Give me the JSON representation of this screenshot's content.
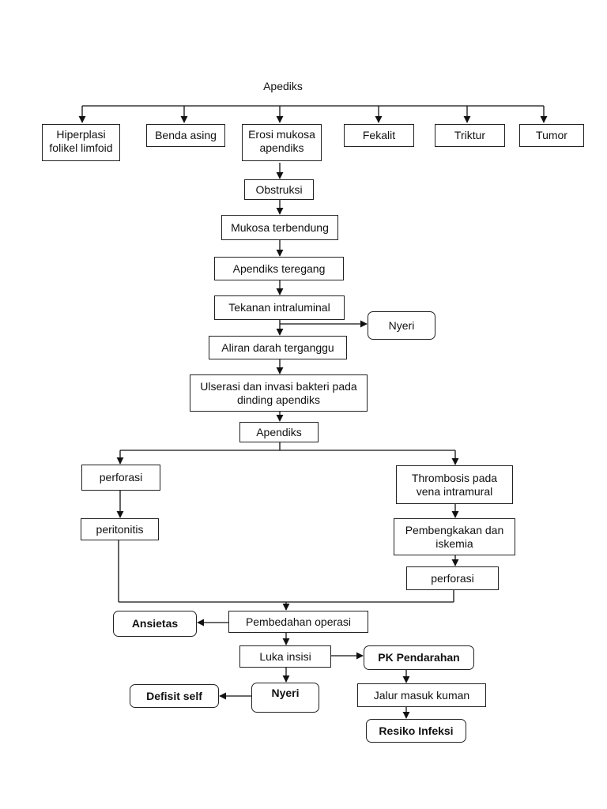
{
  "diagram": {
    "title": "Apediks",
    "causes": {
      "hiperplasi": "Hiperplasi folikel limfoid",
      "benda_asing": "Benda asing",
      "erosi": "Erosi mukosa apendiks",
      "fekalit": "Fekalit",
      "triktur": "Triktur",
      "tumor": "Tumor"
    },
    "chain": {
      "obstruksi": "Obstruksi",
      "mukosa": "Mukosa terbendung",
      "teregang": "Apendiks teregang",
      "tekanan": "Tekanan intraluminal",
      "nyeri_1": "Nyeri",
      "aliran": "Aliran darah terganggu",
      "ulserasi": "Ulserasi dan invasi bakteri pada dinding apendiks",
      "apendiks": "Apendiks"
    },
    "left_branch": {
      "perforasi": "perforasi",
      "peritonitis": "peritonitis"
    },
    "right_branch": {
      "thrombosis": "Thrombosis pada vena intramural",
      "pembengkakan": "Pembengkakan dan iskemia",
      "perforasi": "perforasi"
    },
    "bottom": {
      "pembedahan": "Pembedahan operasi",
      "ansietas": "Ansietas",
      "luka": "Luka insisi",
      "pk_pendarahan": "PK Pendarahan",
      "nyeri_2": "Nyeri",
      "defisit": "Defisit self",
      "jalur": "Jalur masuk kuman",
      "resiko": "Resiko Infeksi"
    }
  }
}
